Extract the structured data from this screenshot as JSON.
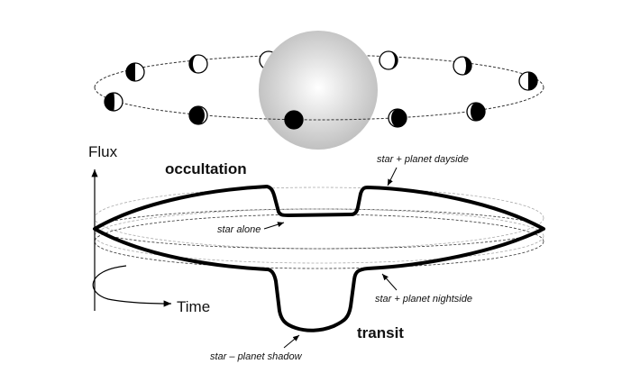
{
  "axes": {
    "y_label": "Flux",
    "x_label": "Time"
  },
  "events": {
    "occultation": "occultation",
    "transit": "transit"
  },
  "annotations": {
    "dayside": "star + planet dayside",
    "star_alone": "star alone",
    "nightside": "star + planet nightside",
    "shadow": "star – planet shadow"
  },
  "colors": {
    "curve": "#000000",
    "star_center": "#ffffff",
    "star_edge": "#bdbdbd",
    "planet_dark": "#000000"
  }
}
